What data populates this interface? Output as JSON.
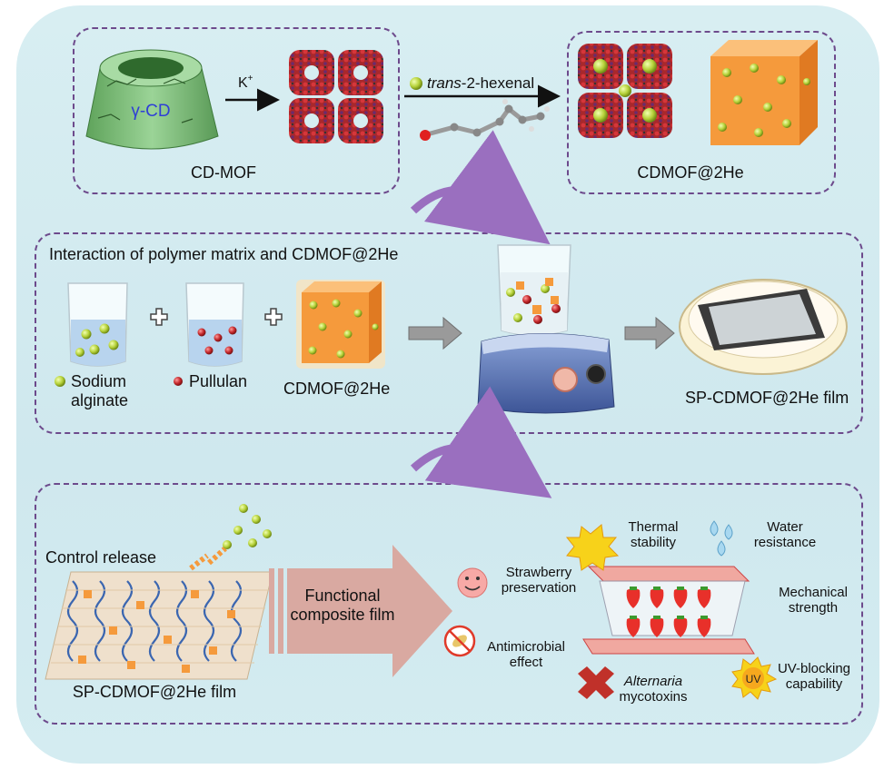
{
  "panel1": {
    "reagent_label": "K",
    "reagent_sup": "+",
    "gamma_cd": "γ-CD",
    "cd_mof_label": "CD-MOF",
    "guest_italic": "trans",
    "guest_rest": "-2-hexenal",
    "product_label": "CDMOF@2He"
  },
  "panel2": {
    "title": "Interaction of polymer matrix and CDMOF@2He",
    "sodium_line1": "Sodium",
    "sodium_line2": "alginate",
    "pullulan": "Pullulan",
    "cdmof": "CDMOF@2He",
    "film": "SP-CDMOF@2He film"
  },
  "panel3": {
    "control_release": "Control release",
    "film_label": "SP-CDMOF@2He film",
    "arrow_line1": "Functional",
    "arrow_line2": "composite film",
    "strawberry_line1": "Strawberry",
    "strawberry_line2": "preservation",
    "antimicrobial_line1": "Antimicrobial",
    "antimicrobial_line2": "effect",
    "alternaria_italic": "Alternaria",
    "alternaria_line2": "mycotoxins",
    "thermal_line1": "Thermal",
    "thermal_line2": "stability",
    "water_line1": "Water",
    "water_line2": "resistance",
    "mech_line1": "Mechanical",
    "mech_line2": "strength",
    "uv_line1": "UV-blocking",
    "uv_line2": "capability",
    "uv_badge": "UV"
  },
  "colors": {
    "background": "#d4ecf1",
    "panel_border": "#6d4a8c",
    "curved_arrow": "#9a6fbf",
    "mof_red": "#b3262a",
    "guest_green": "#b6d23a",
    "cube_orange": "#f59a3c",
    "big_arrow": "#d9a9a1",
    "gamma_cd_green": "#7fbf7a",
    "gamma_cd_text": "#2f3fd6"
  },
  "icons": [
    "gamma-cyclodextrin-icon",
    "mof-crystal-icon",
    "hexenal-molecule-icon",
    "orange-cube-icon",
    "beaker-icon",
    "magnetic-stirrer-icon",
    "petri-dish-icon",
    "polymer-network-icon",
    "smiley-icon",
    "no-bacteria-icon",
    "red-x-icon",
    "sun-burst-icon",
    "water-drops-icon",
    "crescent-strength-icon",
    "uv-sun-icon",
    "strawberry-box-icon"
  ]
}
